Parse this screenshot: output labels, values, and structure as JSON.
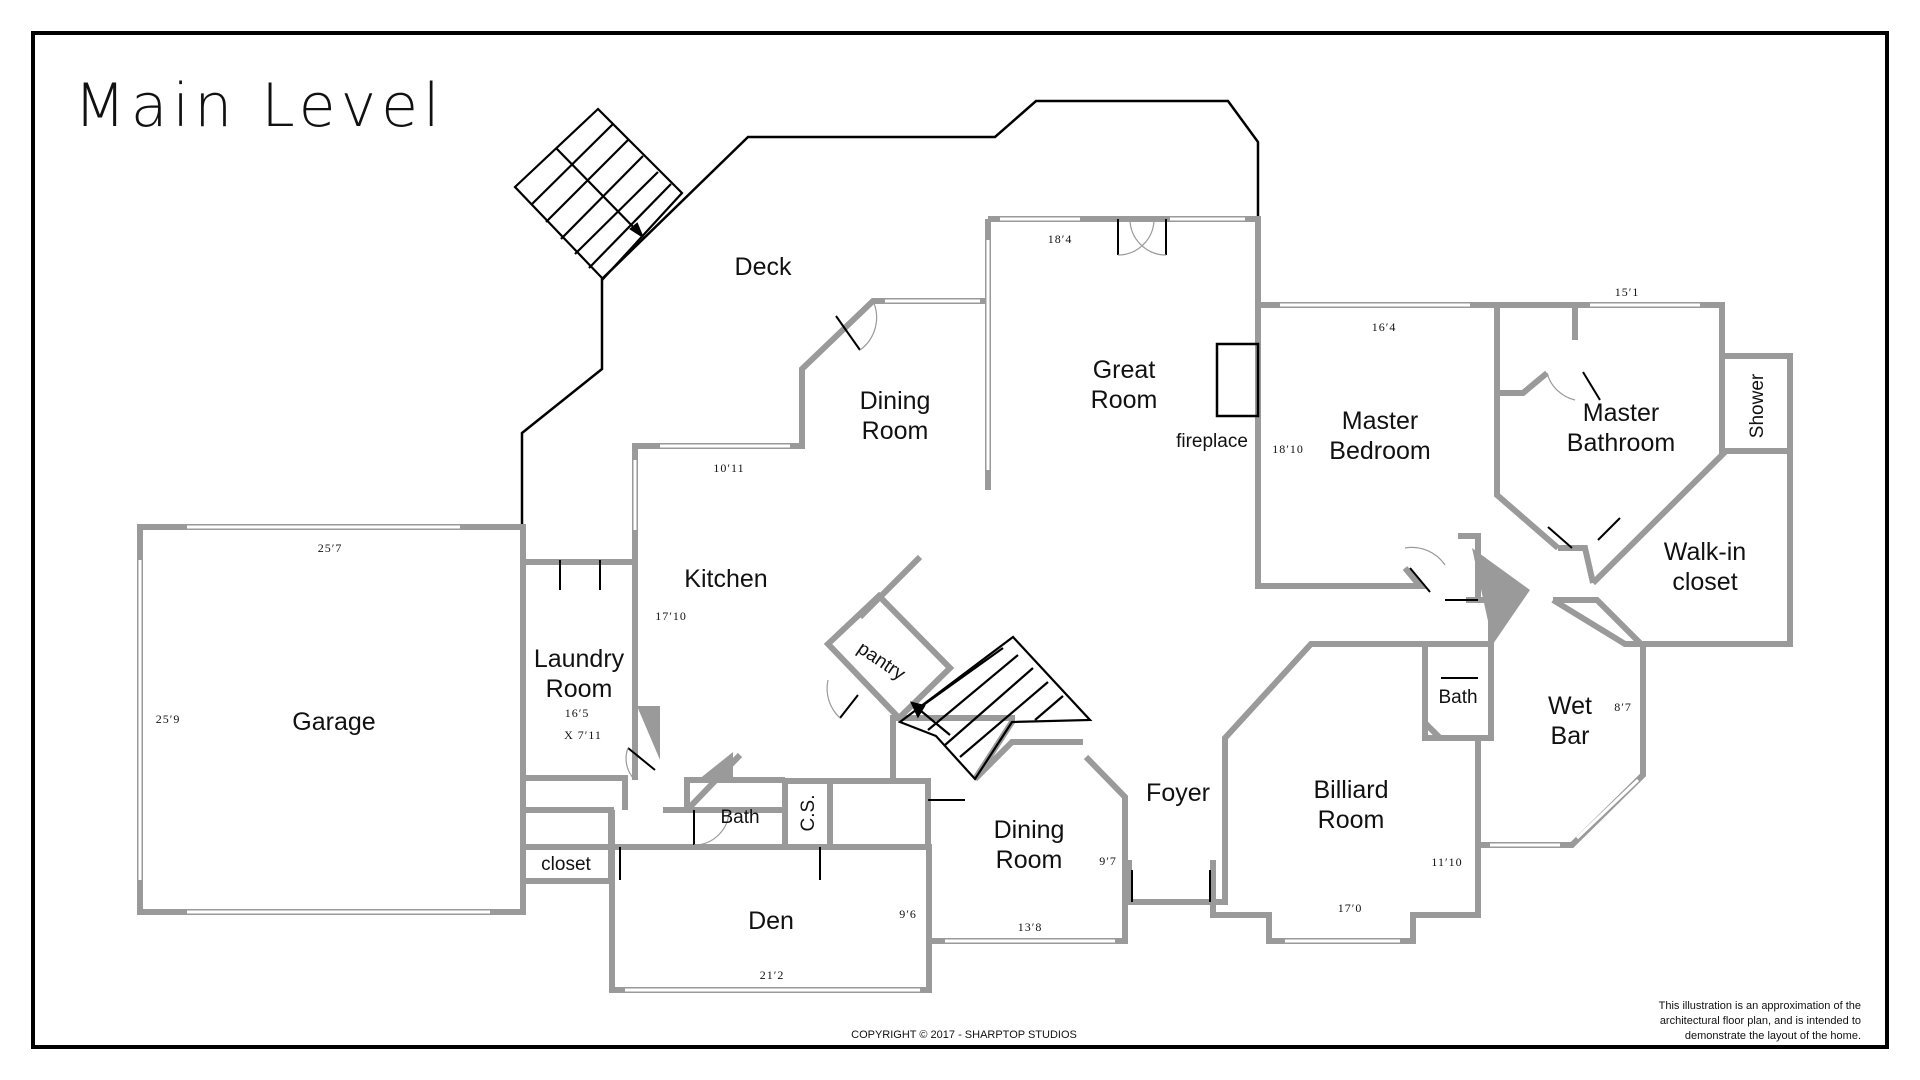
{
  "title": "Main Level",
  "rooms": {
    "deck": "Deck",
    "great_room_1": "Great",
    "great_room_2": "Room",
    "dining_room_upper_1": "Dining",
    "dining_room_upper_2": "Room",
    "fireplace": "fireplace",
    "master_bedroom_1": "Master",
    "master_bedroom_2": "Bedroom",
    "master_bathroom_1": "Master",
    "master_bathroom_2": "Bathroom",
    "shower": "Shower",
    "walkin_closet_1": "Walk-in",
    "walkin_closet_2": "closet",
    "kitchen": "Kitchen",
    "laundry_room_1": "Laundry",
    "laundry_room_2": "Room",
    "garage": "Garage",
    "pantry": "pantry",
    "bath_main": "Bath",
    "cs": "C.S.",
    "closet": "closet",
    "den": "Den",
    "dining_room_lower_1": "Dining",
    "dining_room_lower_2": "Room",
    "foyer": "Foyer",
    "billiard_room_1": "Billiard",
    "billiard_room_2": "Room",
    "bath_billiard": "Bath",
    "wet_bar_1": "Wet",
    "wet_bar_2": "Bar"
  },
  "dimensions": {
    "great_room_top": "18′4",
    "master_bedroom_top": "16′4",
    "master_bath_top": "15′1",
    "master_bedroom_side": "18′10",
    "dining_room_upper": "10′11",
    "garage_top": "25′7",
    "garage_side": "25′9",
    "kitchen_side": "17′10",
    "laundry_1": "16′5",
    "laundry_2": "X 7′11",
    "den_side": "9′6",
    "den_bottom": "21′2",
    "dining_lower_bottom": "13′8",
    "dining_lower_side": "9′7",
    "billiard_bottom": "17′0",
    "billiard_side": "11′10",
    "wet_bar_side": "8′7"
  },
  "disclaimer": {
    "line1": "This illustration is an approximation of the",
    "line2": "architectural floor plan, and is intended to",
    "line3": "demonstrate the layout of the home."
  },
  "copyright": "COPYRIGHT © 2017 - SHARPTOP STUDIOS"
}
